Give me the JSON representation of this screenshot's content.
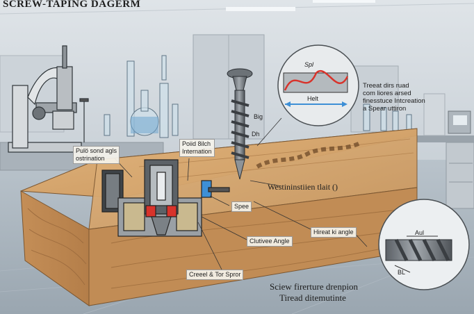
{
  "title": "SCREW-TAPING DAGERM",
  "labels": {
    "pulo": "Pulö sond agls\nostrination",
    "poid": "Poiid 8ilch\nInternation",
    "spl": "Spl",
    "helt": "Helt",
    "big": "Big",
    "dh": "Dh",
    "treeat": "Treeat dirs ruad\ncom liores arsed\nfinesstuce Intcreation\na Spear uttiron",
    "westinestion": "Westininstiien tlait ()",
    "spee": "Spee",
    "hireat": "Hireat ki angle",
    "clutivee": "Clutivee Angle",
    "creeel": "Creeel & Tor Spror",
    "aul": "Aul",
    "bl": "BL",
    "sciew": "Sciew firerture drenpion",
    "tirad": "Tiread ditemutinte"
  },
  "colors": {
    "wood": "#c99a62",
    "metal": "#6f7479",
    "red": "#d8332b",
    "blue": "#3d8fd6"
  }
}
